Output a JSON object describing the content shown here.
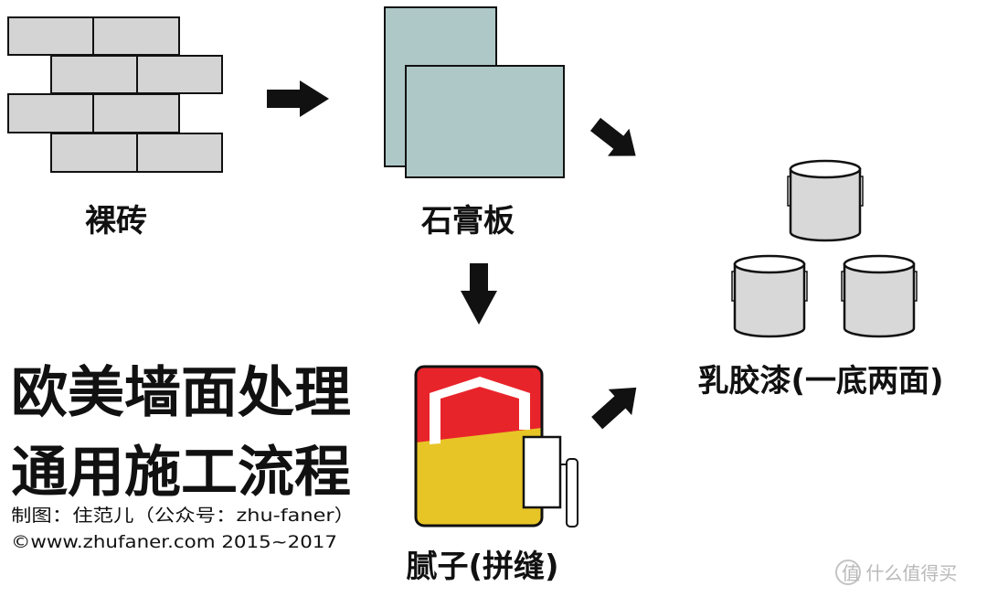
{
  "labels": {
    "bare_brick": "裸砖",
    "gypsum_board": "石膏板",
    "putty": "腻子(拼缝)",
    "latex_paint": "乳胶漆(一底两面)"
  },
  "title": {
    "line1": "欧美墙面处理",
    "line2": "通用施工流程"
  },
  "credits": {
    "line1": "制图：住范儿（公众号：zhu-faner）",
    "line2": "©www.zhufaner.com 2015~2017"
  },
  "watermark": {
    "text": "值 什么值得买"
  },
  "colors": {
    "brick": "#d4d4d4",
    "board": "#aec8c8",
    "bucket": "#d8d8d8",
    "putty_red": "#e8242b",
    "putty_yellow": "#e7c527",
    "stroke": "#111111"
  }
}
